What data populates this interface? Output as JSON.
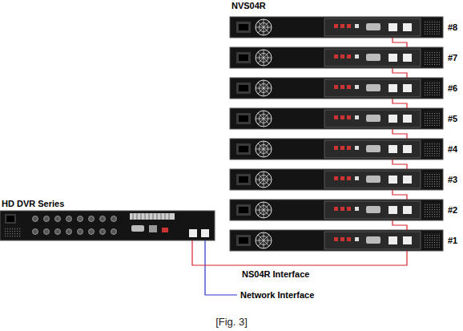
{
  "diagram": {
    "caption": "[Fig. 3]",
    "nodes": [
      {
        "text": [
          "HD DVR Series"
        ]
      },
      {
        "text": [
          "#8"
        ]
      },
      {
        "text": [
          "#7"
        ]
      },
      {
        "text": [
          "#6"
        ]
      },
      {
        "text": [
          "#5"
        ]
      },
      {
        "text": [
          "#4"
        ]
      },
      {
        "text": [
          "#3"
        ]
      },
      {
        "text": [
          "#2"
        ]
      },
      {
        "text": [
          "#1"
        ]
      }
    ],
    "edges": [
      {
        "from": 0,
        "to": 8,
        "arrow": "none"
      },
      {
        "from": 8,
        "to": 7,
        "arrow": "none"
      },
      {
        "from": 7,
        "to": 6,
        "arrow": "none"
      },
      {
        "from": 6,
        "to": 5,
        "arrow": "none"
      },
      {
        "from": 5,
        "to": 4,
        "arrow": "none"
      },
      {
        "from": 4,
        "to": 3,
        "arrow": "none"
      },
      {
        "from": 3,
        "to": 2,
        "arrow": "none"
      },
      {
        "from": 2,
        "to": 1,
        "arrow": "none"
      }
    ],
    "labels": [
      "NVS04R",
      "NS04R Interface",
      "Network Interface"
    ]
  }
}
